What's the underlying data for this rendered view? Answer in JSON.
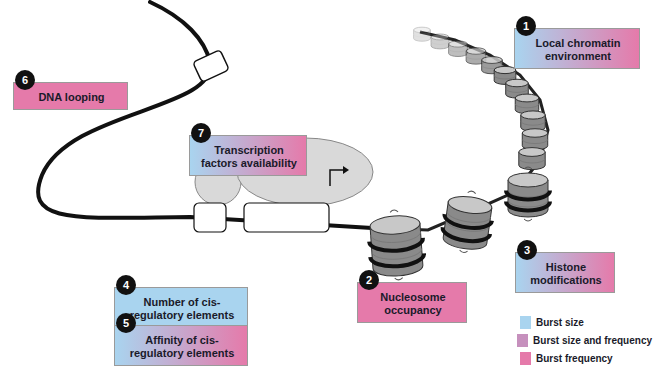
{
  "diagram": {
    "nodes": [
      {
        "text": [
          "1",
          "Local chromatin environment"
        ]
      },
      {
        "text": [
          "2",
          "Nucleosome occupancy"
        ]
      },
      {
        "text": [
          "3",
          "Histone modifications"
        ]
      },
      {
        "text": [
          "4",
          "Number of cis-regulatory elements"
        ]
      },
      {
        "text": [
          "5",
          "Affinity of cis-regulatory elements"
        ]
      },
      {
        "text": [
          "6",
          "DNA looping"
        ]
      },
      {
        "text": [
          "7",
          "Transcription factors availability"
        ]
      }
    ],
    "legend": [
      {
        "text": "Burst size",
        "color": "#a9d4ef"
      },
      {
        "text": "Burst size and frequency",
        "color": "#c690bd"
      },
      {
        "text": "Burst frequency",
        "color": "#e57aaa"
      }
    ]
  }
}
